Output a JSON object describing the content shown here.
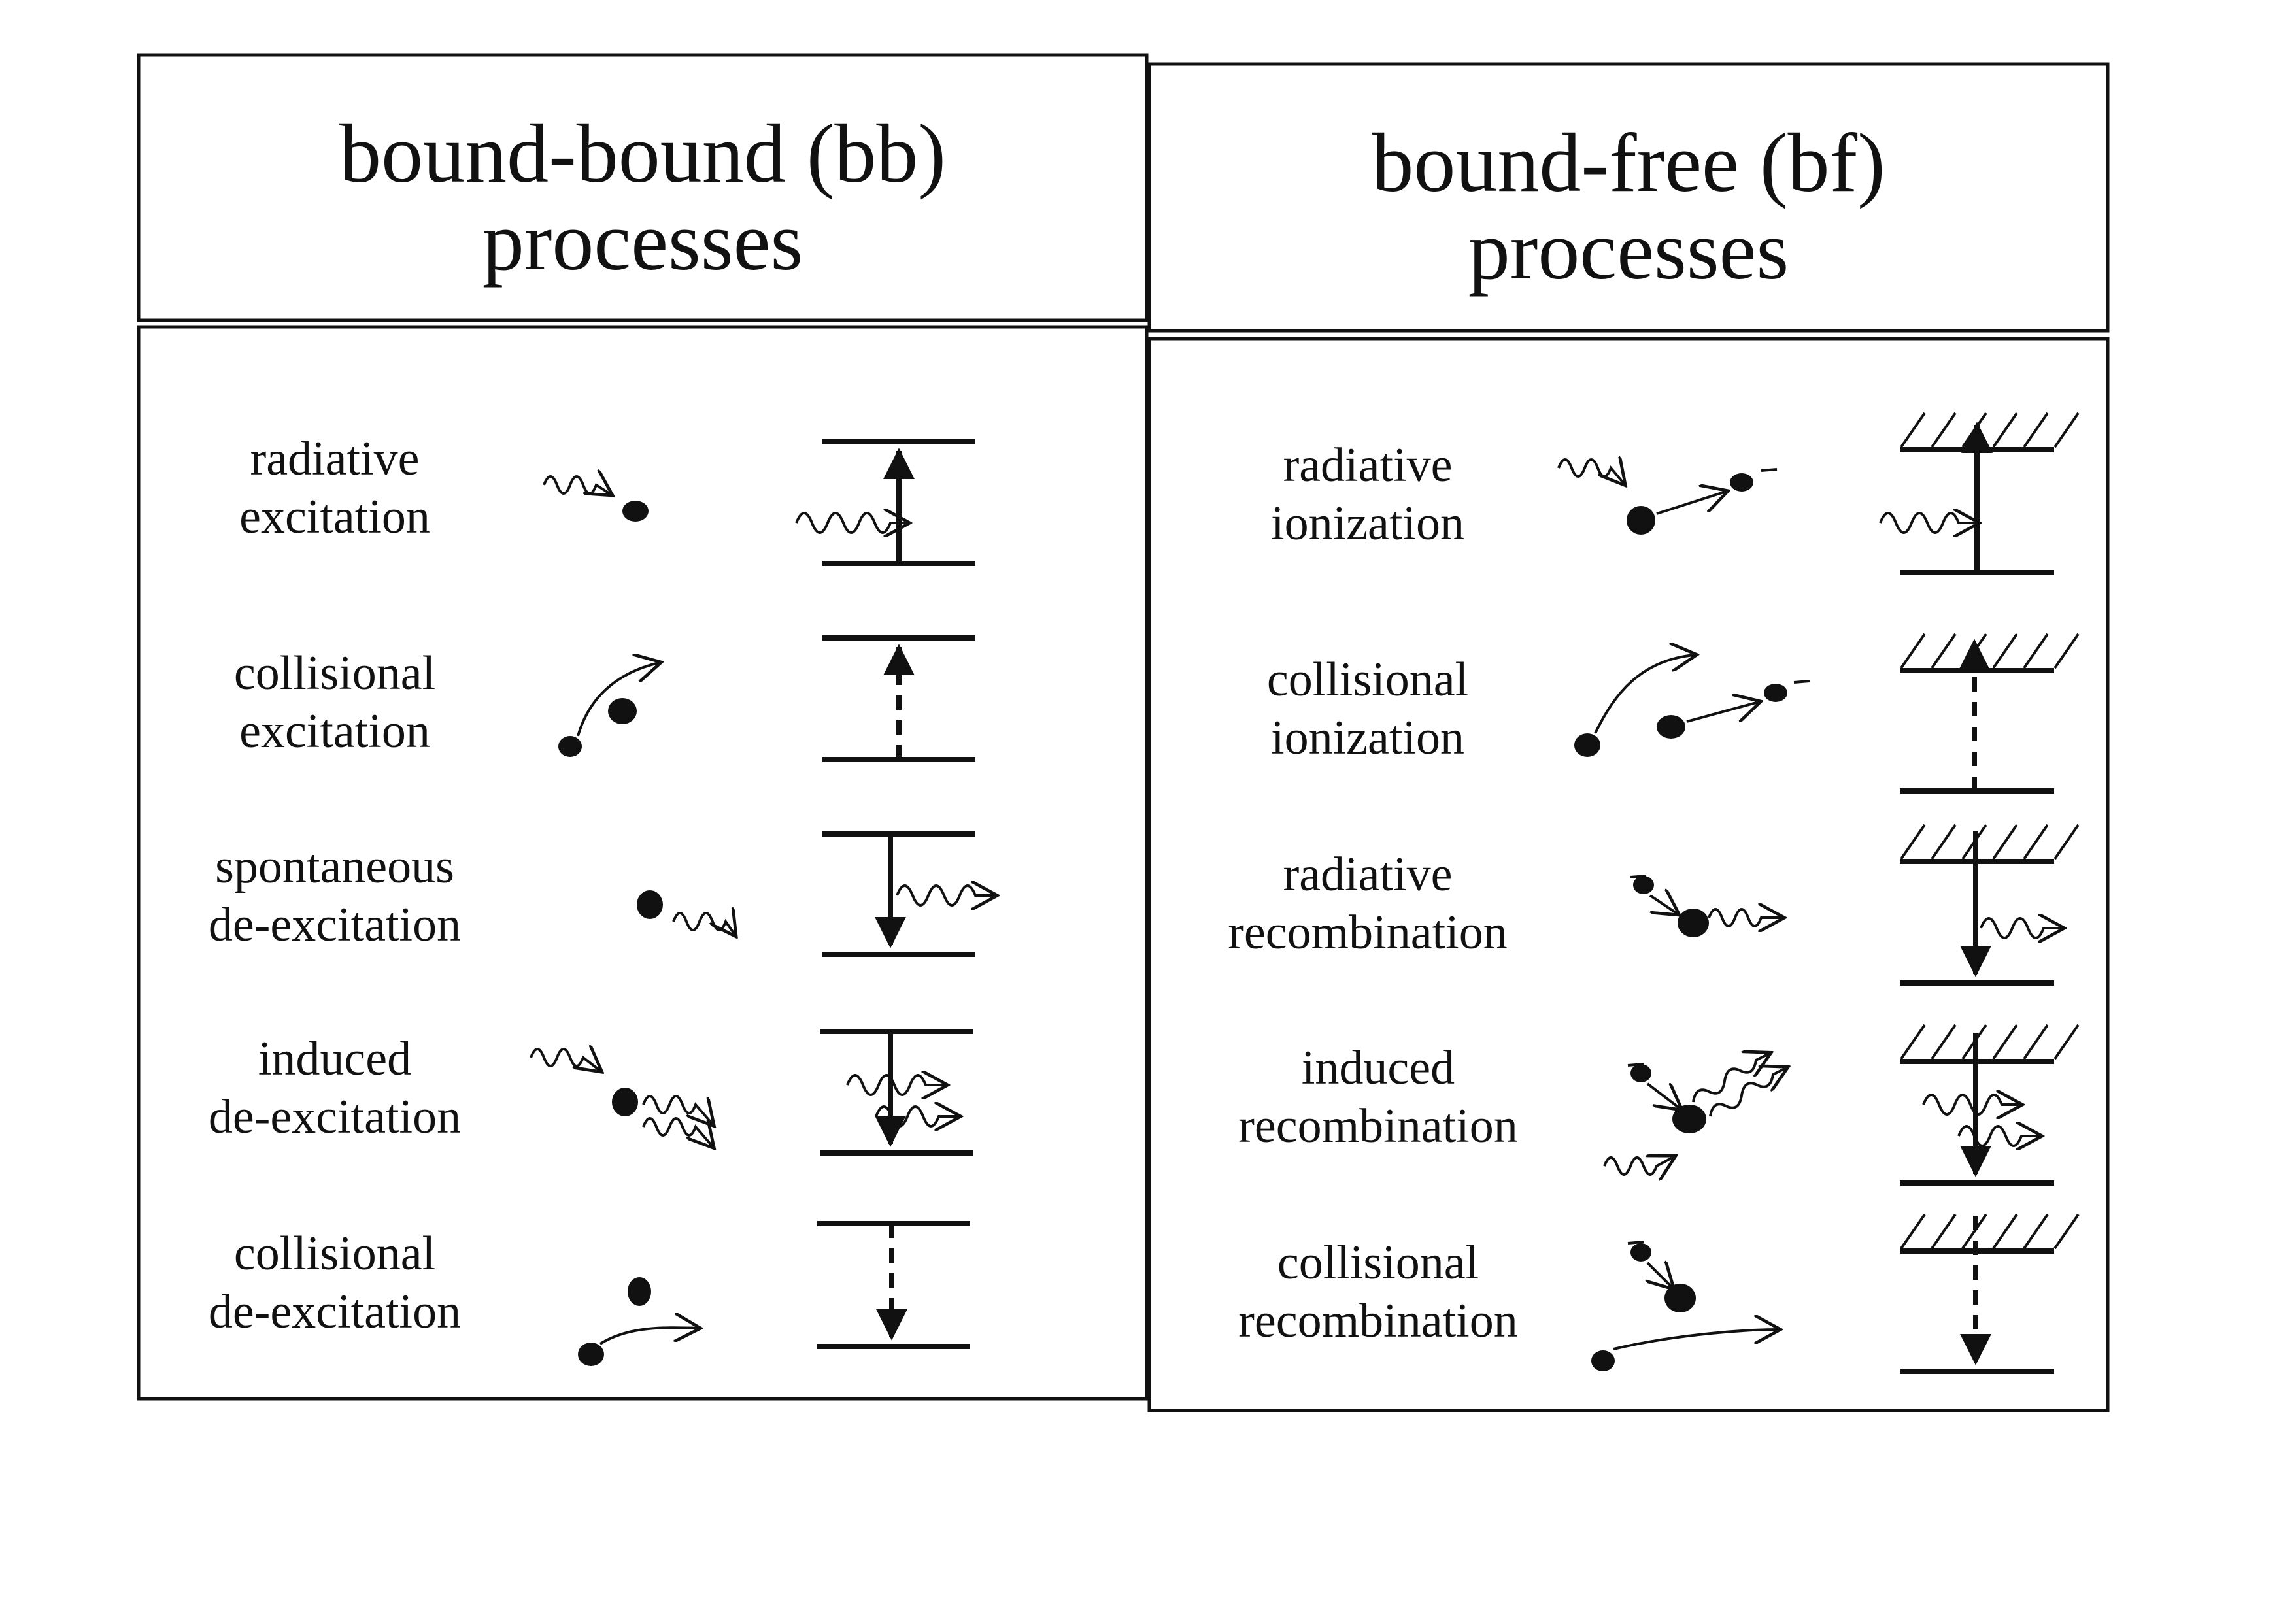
{
  "headers": {
    "bb": {
      "line1": "bound-bound (bb)",
      "line2": "processes"
    },
    "bf": {
      "line1": "bound-free (bf)",
      "line2": "processes"
    }
  },
  "bb_processes": [
    {
      "line1": "radiative",
      "line2": "excitation"
    },
    {
      "line1": "collisional",
      "line2": "excitation"
    },
    {
      "line1": "spontaneous",
      "line2": "de-excitation"
    },
    {
      "line1": "induced",
      "line2": "de-excitation"
    },
    {
      "line1": "collisional",
      "line2": "de-excitation"
    }
  ],
  "bf_processes": [
    {
      "line1": "radiative",
      "line2": "ionization"
    },
    {
      "line1": "collisional",
      "line2": "ionization"
    },
    {
      "line1": "radiative",
      "line2": "recombination"
    },
    {
      "line1": "induced",
      "line2": "recombination"
    },
    {
      "line1": "collisional",
      "line2": "recombination"
    }
  ],
  "colors": {
    "ink": "#111111",
    "paper": "#ffffff"
  }
}
